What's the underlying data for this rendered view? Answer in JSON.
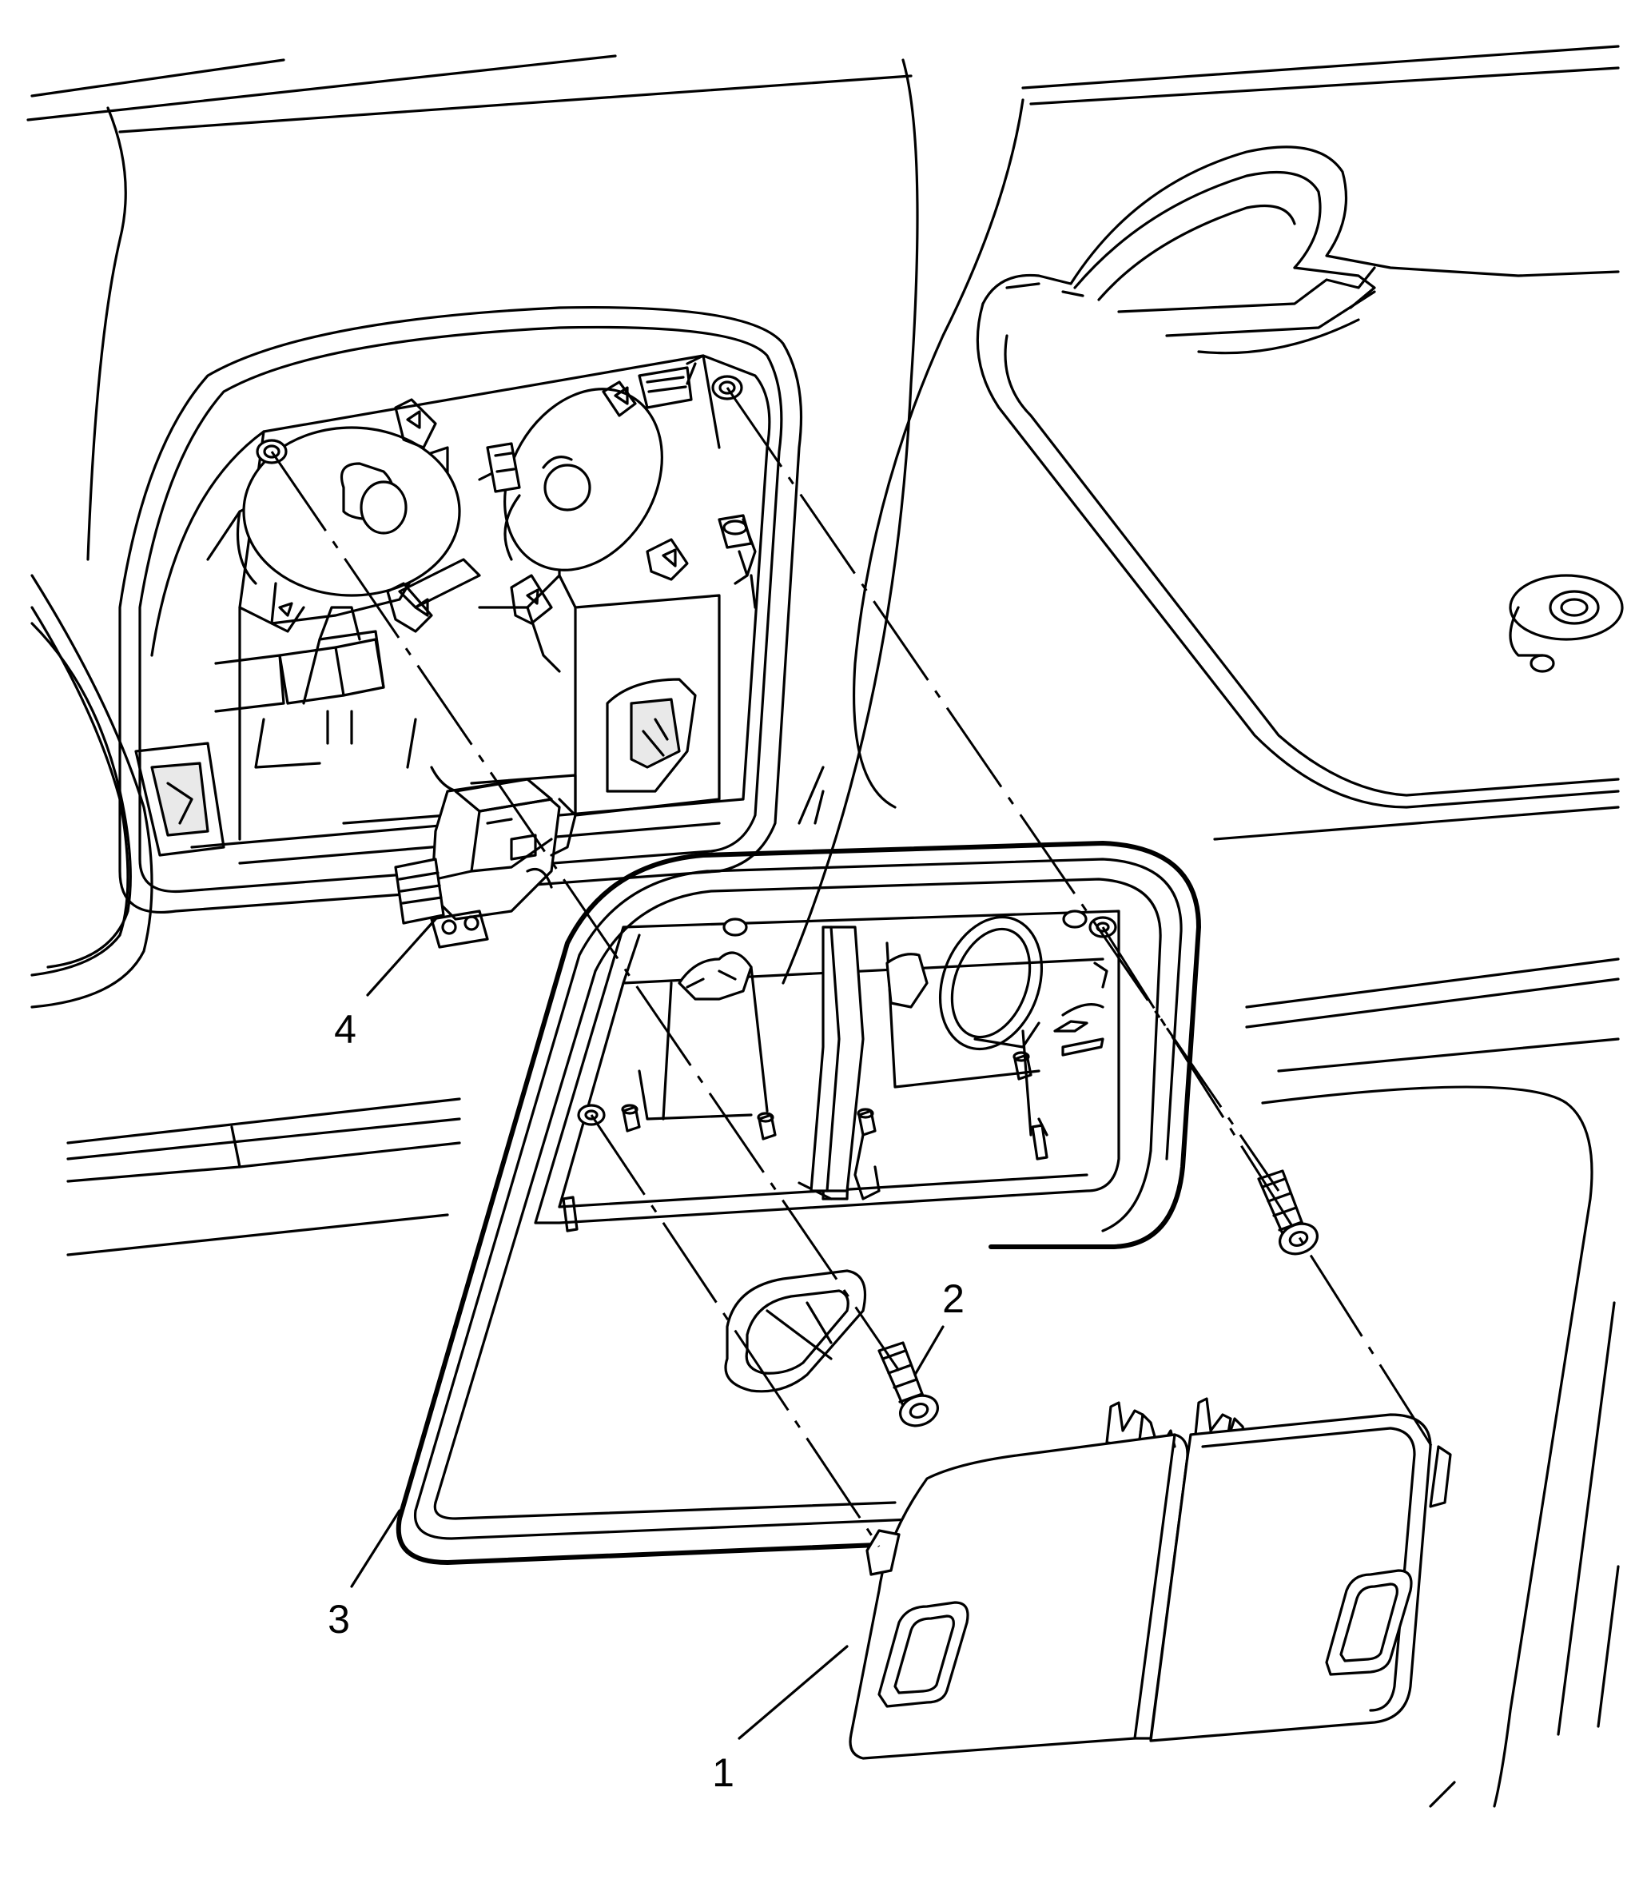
{
  "callouts": [
    {
      "id": "1",
      "label": "1",
      "part": "lens"
    },
    {
      "id": "2",
      "label": "2",
      "part": "screw"
    },
    {
      "id": "3",
      "label": "3",
      "part": "housing"
    },
    {
      "id": "4",
      "label": "4",
      "part": "connector"
    }
  ]
}
